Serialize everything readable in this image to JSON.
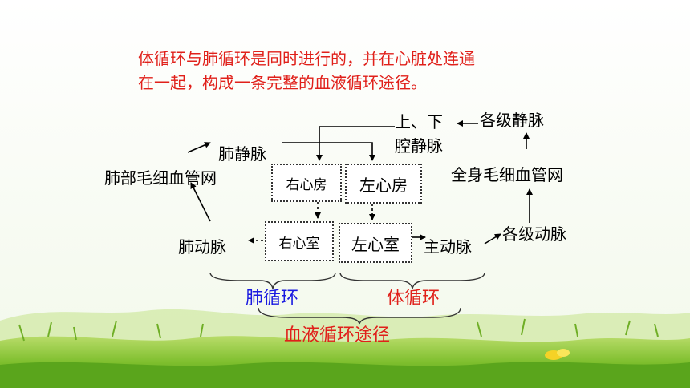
{
  "intro": {
    "line1": "体循环与肺循环是同时进行的，并在心脏处连通",
    "line2": "在一起，构成一条完整的血液循环途径。"
  },
  "nodes": {
    "upper_lower": "上、下",
    "vena_cava": "腔静脉",
    "veins_all": "各级静脉",
    "pulmonary_vein": "肺静脉",
    "lung_capillaries": "肺部毛细血管网",
    "body_capillaries": "全身毛细血管网",
    "right_atrium": "右心房",
    "left_atrium": "左心房",
    "right_ventricle": "右心室",
    "left_ventricle": "左心室",
    "pulmonary_artery": "肺动脉",
    "aorta": "主动脉",
    "arteries_all": "各级动脉"
  },
  "labels": {
    "pulmonary_circulation": "肺循环",
    "systemic_circulation": "体循环",
    "blood_circulation_path": "血液循环途径"
  },
  "colors": {
    "red": "#e0201a",
    "blue": "#1a1ae0"
  }
}
